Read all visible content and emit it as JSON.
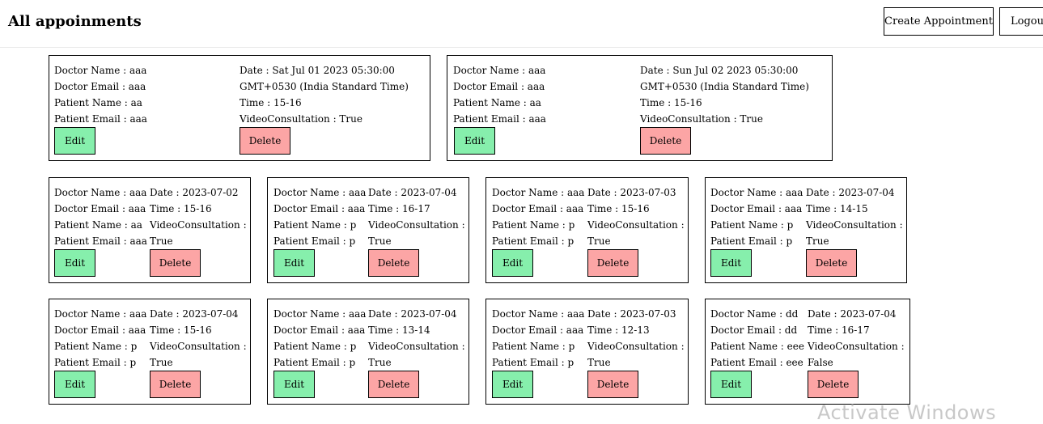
{
  "page": {
    "title": "All appoinments"
  },
  "header": {
    "create_label": "Create Appointment",
    "logout_label": "Logout"
  },
  "cards": [
    {
      "doctor_name": "Doctor Name : aaa",
      "doctor_email": "Doctor Email : aaa",
      "patient_name": "Patient Name : aa",
      "patient_email": "Patient Email : aaa",
      "date_1": "Date : Sat Jul 01 2023 05:30:00",
      "date_2": "GMT+0530 (India Standard Time)",
      "time": "Time : 15-16",
      "vc": "VideoConsultation : True",
      "edit": "Edit",
      "delete": "Delete"
    },
    {
      "doctor_name": "Doctor Name : aaa",
      "doctor_email": "Doctor Email : aaa",
      "patient_name": "Patient Name : aa",
      "patient_email": "Patient Email : aaa",
      "date_1": "Date : Sun Jul 02 2023 05:30:00",
      "date_2": "GMT+0530 (India Standard Time)",
      "time": "Time : 15-16",
      "vc": "VideoConsultation : True",
      "edit": "Edit",
      "delete": "Delete"
    },
    {
      "doctor_name": "Doctor Name : aaa",
      "doctor_email": "Doctor Email : aaa",
      "patient_name": "Patient Name : aa",
      "patient_email": "Patient Email : aaa",
      "date": "Date : 2023-07-02",
      "time": "Time : 15-16",
      "vc_label": "VideoConsultation :",
      "vc_value": "True",
      "edit": "Edit",
      "delete": "Delete"
    },
    {
      "doctor_name": "Doctor Name : aaa",
      "doctor_email": "Doctor Email : aaa",
      "patient_name": "Patient Name : p",
      "patient_email": "Patient Email : p",
      "date": "Date : 2023-07-04",
      "time": "Time : 16-17",
      "vc_label": "VideoConsultation :",
      "vc_value": "True",
      "edit": "Edit",
      "delete": "Delete"
    },
    {
      "doctor_name": "Doctor Name : aaa",
      "doctor_email": "Doctor Email : aaa",
      "patient_name": "Patient Name : p",
      "patient_email": "Patient Email : p",
      "date": "Date : 2023-07-03",
      "time": "Time : 15-16",
      "vc_label": "VideoConsultation :",
      "vc_value": "True",
      "edit": "Edit",
      "delete": "Delete"
    },
    {
      "doctor_name": "Doctor Name : aaa",
      "doctor_email": "Doctor Email : aaa",
      "patient_name": "Patient Name : p",
      "patient_email": "Patient Email : p",
      "date": "Date : 2023-07-04",
      "time": "Time : 14-15",
      "vc_label": "VideoConsultation :",
      "vc_value": "True",
      "edit": "Edit",
      "delete": "Delete"
    },
    {
      "doctor_name": "Doctor Name : aaa",
      "doctor_email": "Doctor Email : aaa",
      "patient_name": "Patient Name : p",
      "patient_email": "Patient Email : p",
      "date": "Date : 2023-07-04",
      "time": "Time : 15-16",
      "vc_label": "VideoConsultation :",
      "vc_value": "True",
      "edit": "Edit",
      "delete": "Delete"
    },
    {
      "doctor_name": "Doctor Name : aaa",
      "doctor_email": "Doctor Email : aaa",
      "patient_name": "Patient Name : p",
      "patient_email": "Patient Email : p",
      "date": "Date : 2023-07-04",
      "time": "Time : 13-14",
      "vc_label": "VideoConsultation :",
      "vc_value": "True",
      "edit": "Edit",
      "delete": "Delete"
    },
    {
      "doctor_name": "Doctor Name : aaa",
      "doctor_email": "Doctor Email : aaa",
      "patient_name": "Patient Name : p",
      "patient_email": "Patient Email : p",
      "date": "Date : 2023-07-03",
      "time": "Time : 12-13",
      "vc_label": "VideoConsultation :",
      "vc_value": "True",
      "edit": "Edit",
      "delete": "Delete"
    },
    {
      "doctor_name": "Doctor Name : dd",
      "doctor_email": "Doctor Email : dd",
      "patient_name": "Patient Name : eee",
      "patient_email": "Patient Email : eee",
      "date": "Date : 2023-07-04",
      "time": "Time : 16-17",
      "vc_label": "VideoConsultation :",
      "vc_value": "False",
      "edit": "Edit",
      "delete": "Delete"
    }
  ],
  "watermark": "Activate Windows",
  "colors": {
    "edit_button": "#86efac",
    "delete_button": "#fca5a5"
  }
}
